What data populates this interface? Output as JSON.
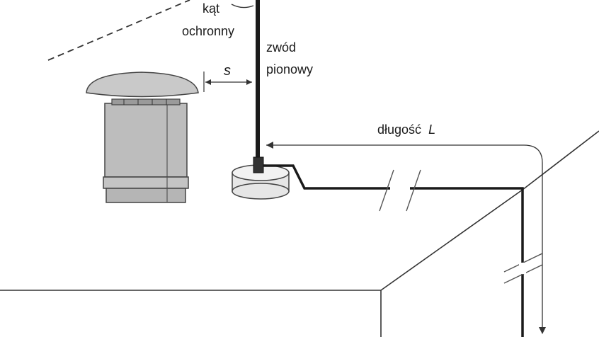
{
  "labels": {
    "angle_line1": "kąt",
    "angle_line2": "ochronny",
    "rod_line1": "zwód",
    "rod_line2": "pionowy",
    "separation": "s",
    "length_prefix": "długość",
    "length_symbol": "L"
  },
  "colors": {
    "line": "#1a1a1a",
    "chimney_body": "#bdbdbd",
    "chimney_cap": "#c9c9c9",
    "base_fill": "#e6e6e6"
  }
}
